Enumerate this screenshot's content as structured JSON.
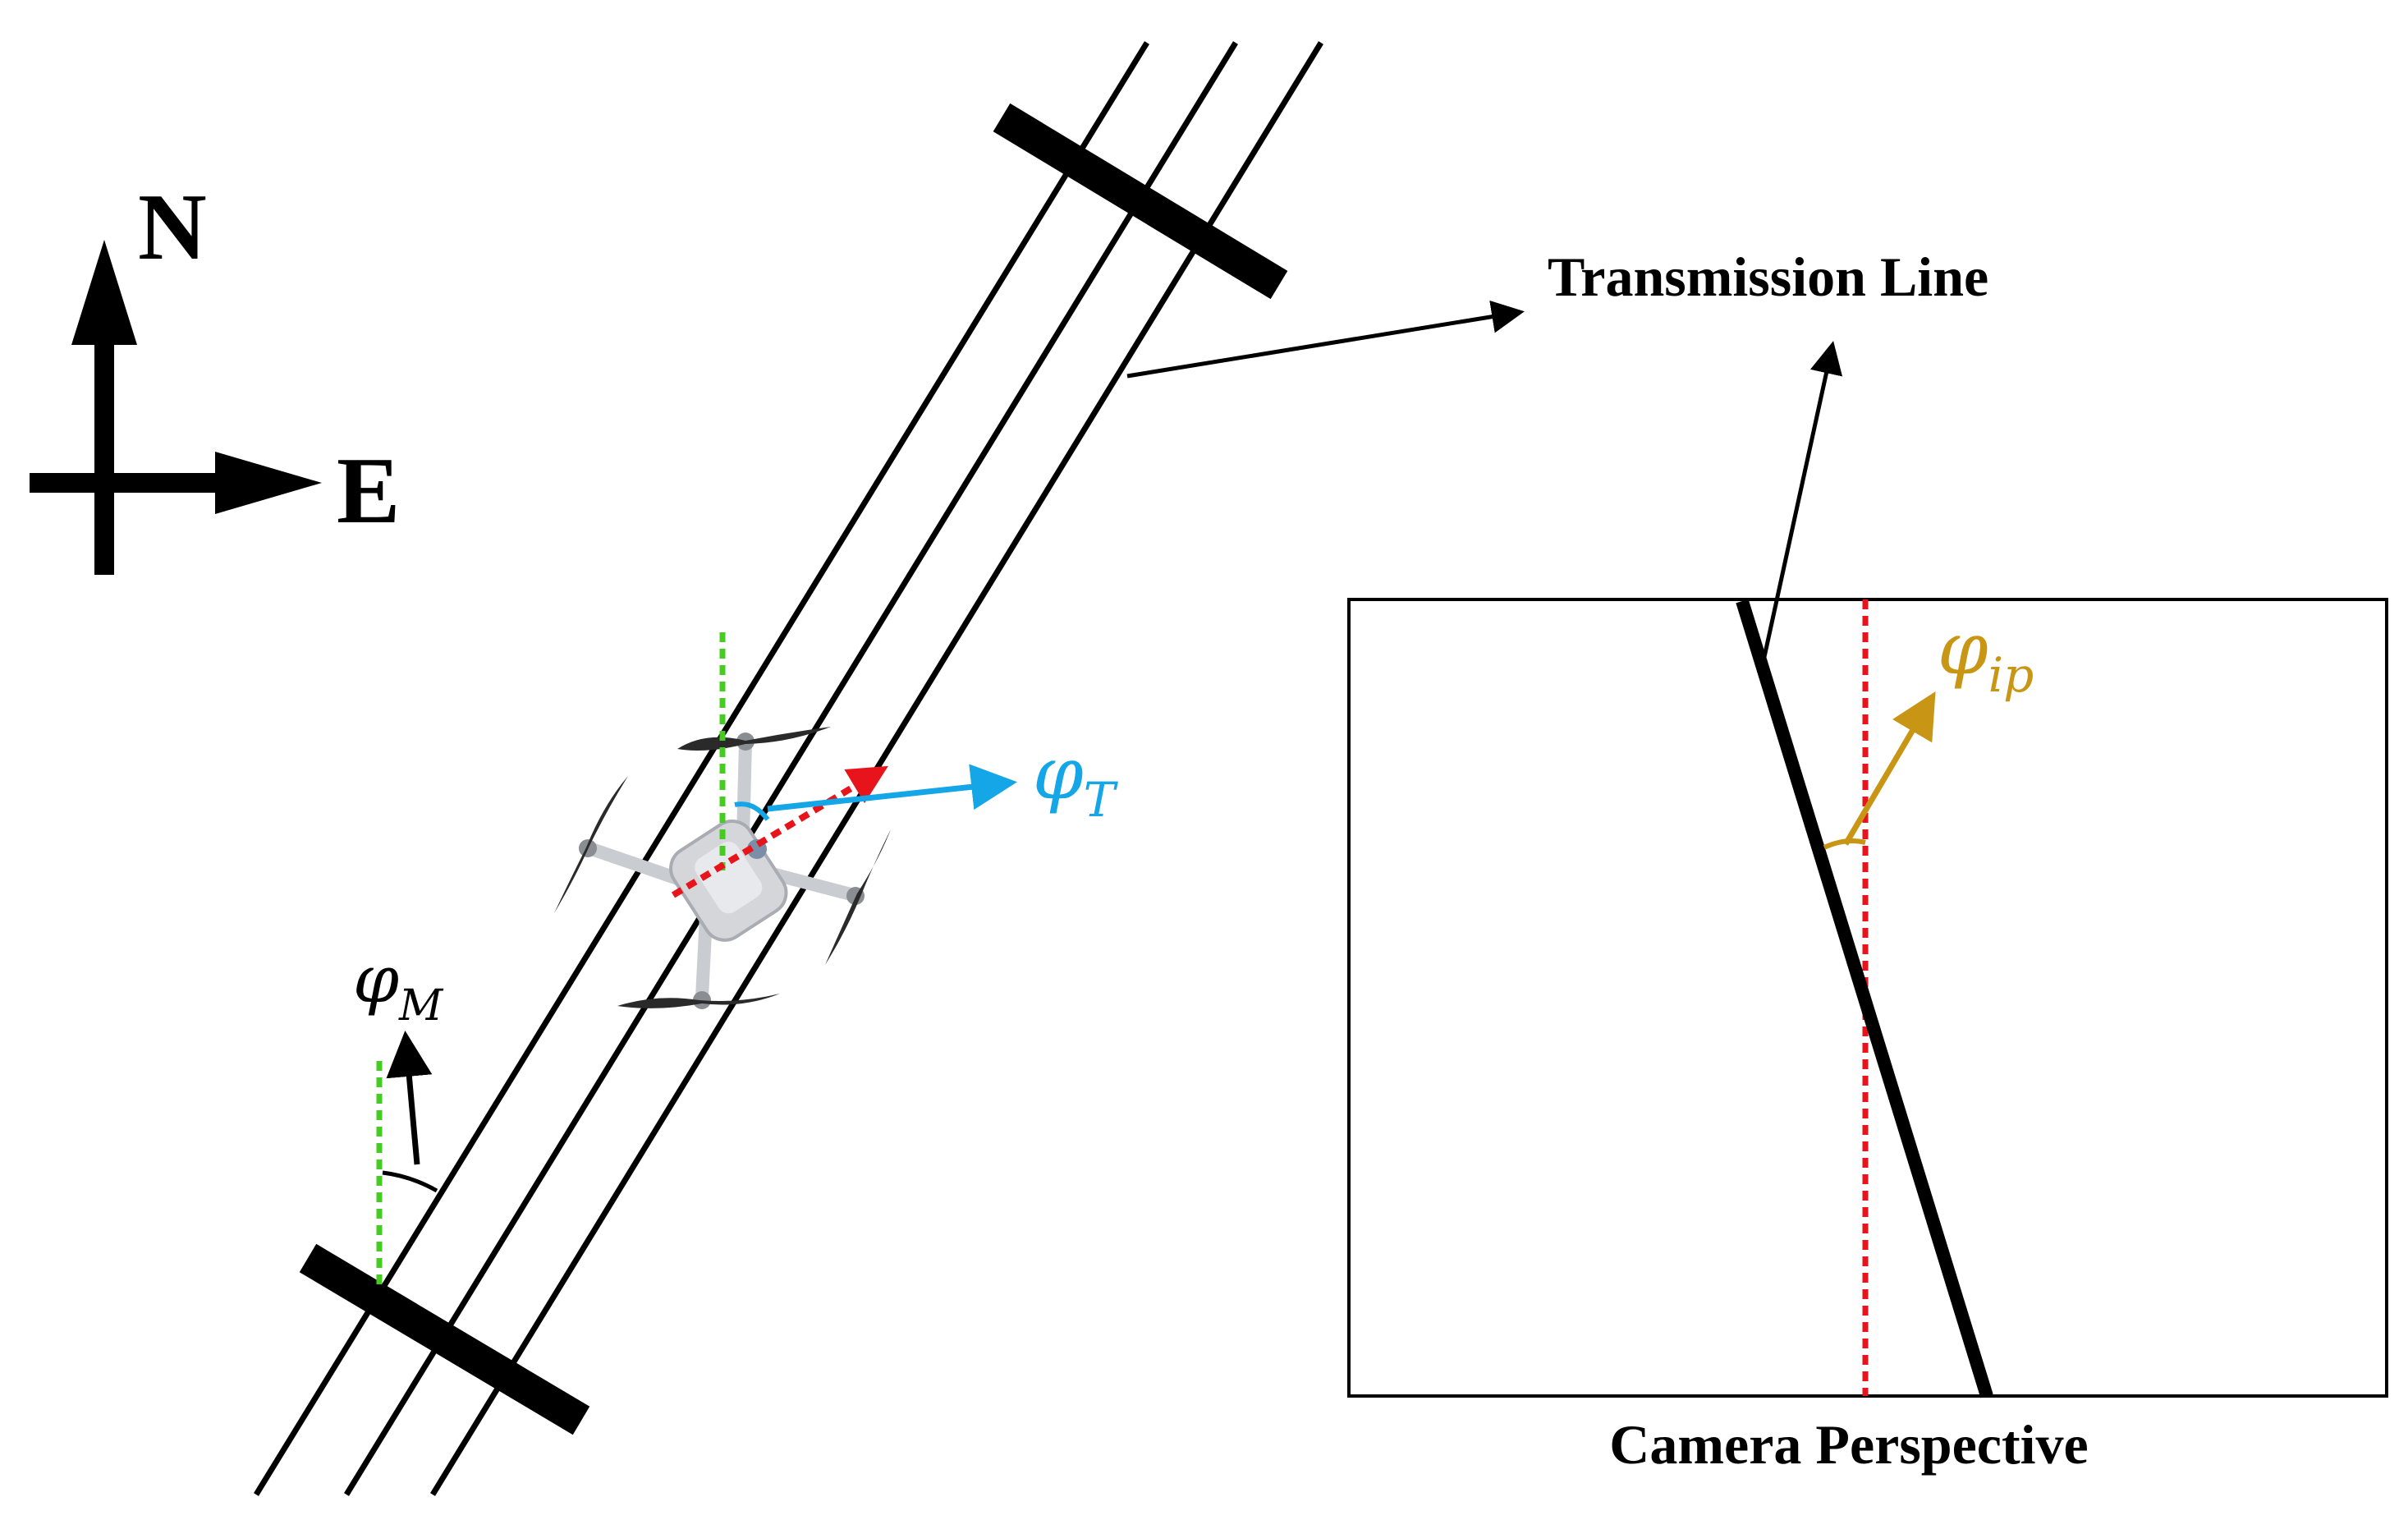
{
  "compass": {
    "north_label": "N",
    "east_label": "E"
  },
  "labels": {
    "transmission_line": "Transmission Line",
    "camera_perspective": "Camera Perspective",
    "phi_t": {
      "symbol": "φ",
      "subscript": "T"
    },
    "phi_m": {
      "symbol": "φ",
      "subscript": "M"
    },
    "phi_ip": {
      "symbol": "φ",
      "subscript": "ip"
    }
  },
  "colors": {
    "line": "#000000",
    "north_reference": "#44cc22",
    "drone_heading": "#e8141c",
    "phi_t": "#14a6e6",
    "phi_ip": "#c89614",
    "phi_m": "#000000",
    "drone_body": "#d4d6da",
    "propeller": "#2a2a2a"
  }
}
